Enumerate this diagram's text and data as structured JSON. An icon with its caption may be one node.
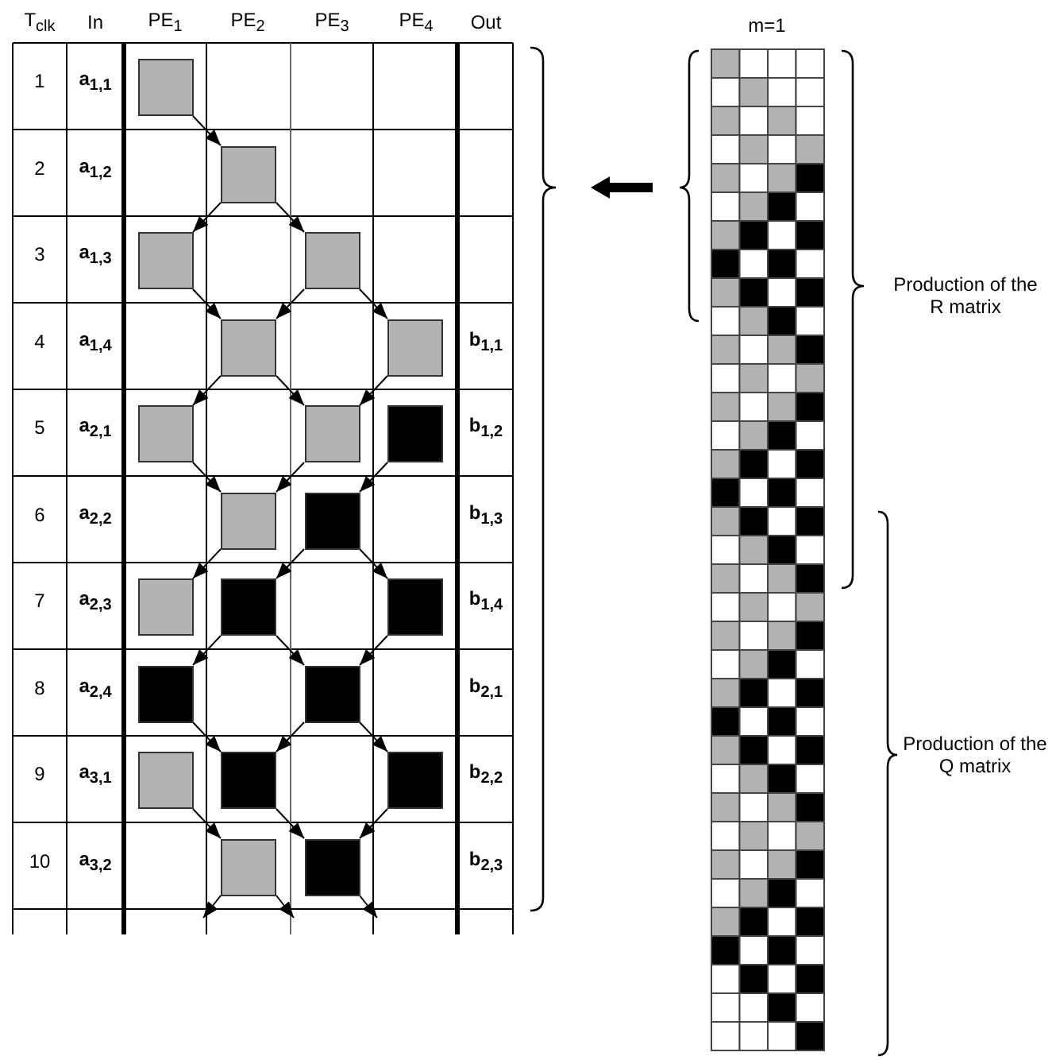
{
  "diagram": {
    "nodes": [
      {
        "text": [],
        "shape": "box"
      },
      {
        "text": [],
        "shape": "box"
      },
      {
        "text": [],
        "shape": "box"
      },
      {
        "text": [],
        "shape": "box"
      },
      {
        "text": [],
        "shape": "box"
      },
      {
        "text": [],
        "shape": "box"
      },
      {
        "text": [],
        "shape": "box"
      },
      {
        "text": [],
        "shape": "box"
      },
      {
        "text": [],
        "shape": "box"
      },
      {
        "text": [],
        "shape": "box"
      },
      {
        "text": [],
        "shape": "box"
      },
      {
        "text": [],
        "shape": "box"
      },
      {
        "text": [],
        "shape": "box"
      },
      {
        "text": [],
        "shape": "box"
      },
      {
        "text": [],
        "shape": "box"
      },
      {
        "text": [],
        "shape": "box"
      },
      {
        "text": [],
        "shape": "box"
      },
      {
        "text": [],
        "shape": "box"
      },
      {
        "text": [],
        "shape": "box"
      },
      {
        "text": [],
        "shape": "box"
      },
      {
        "text": [],
        "shape": "box"
      }
    ],
    "edges": [
      {
        "from": 0,
        "to": 1,
        "arrow": "to"
      },
      {
        "from": 1,
        "to": 2,
        "arrow": "to"
      },
      {
        "from": 1,
        "to": 3,
        "arrow": "to"
      },
      {
        "from": 2,
        "to": 4,
        "arrow": "to"
      },
      {
        "from": 3,
        "to": 4,
        "arrow": "to"
      },
      {
        "from": 3,
        "to": 5,
        "arrow": "to"
      },
      {
        "from": 4,
        "to": 6,
        "arrow": "to"
      },
      {
        "from": 4,
        "to": 7,
        "arrow": "to"
      },
      {
        "from": 5,
        "to": 7,
        "arrow": "to"
      },
      {
        "from": 6,
        "to": 9,
        "arrow": "to"
      },
      {
        "from": 7,
        "to": 9,
        "arrow": "to"
      },
      {
        "from": 8,
        "to": 10,
        "arrow": "to"
      },
      {
        "from": 9,
        "to": 11,
        "arrow": "to"
      },
      {
        "from": 10,
        "to": 12,
        "arrow": "to"
      },
      {
        "from": 10,
        "to": 13,
        "arrow": "to"
      },
      {
        "from": 12,
        "to": 14,
        "arrow": "to"
      },
      {
        "from": 12,
        "to": 15,
        "arrow": "to"
      },
      {
        "from": 13,
        "to": 15,
        "arrow": "to"
      },
      {
        "from": 14,
        "to": 17,
        "arrow": "to"
      },
      {
        "from": 15,
        "to": 17,
        "arrow": "to"
      },
      {
        "from": 15,
        "to": 18,
        "arrow": "to"
      },
      {
        "from": 16,
        "to": 19,
        "arrow": "to"
      },
      {
        "from": 17,
        "to": 20,
        "arrow": "to"
      },
      {
        "from": 18,
        "to": 20,
        "arrow": "to"
      },
      {
        "from": 19,
        "to": null,
        "arrow": "to"
      },
      {
        "from": 19,
        "to": null,
        "arrow": "to"
      },
      {
        "from": 20,
        "to": null,
        "arrow": "to"
      }
    ],
    "labels": [
      "T$_{clk}$",
      "In",
      "PE$_{1}$",
      "PE$_{2}$",
      "PE$_{3}$",
      "PE$_{4}$",
      "Out",
      "1",
      "a$_{1,1}$",
      "2",
      "a$_{1,2}$",
      "3",
      "a$_{1,3}$",
      "4",
      "a$_{1,4}$",
      "b$_{1,1}$",
      "5",
      "a$_{2,1}$",
      "b$_{1,2}$",
      "6",
      "a$_{2,2}$",
      "b$_{1,3}$",
      "7",
      "a$_{2,3}$",
      "b$_{1,4}$",
      "8",
      "a$_{2,4}$",
      "b$_{2,1}$",
      "9",
      "a$_{3,1}$",
      "b$_{2,2}$",
      "10",
      "a$_{3,2}$",
      "b$_{2,3}$",
      "m=1",
      "Production of the R matrix",
      "Production of the Q matrix"
    ]
  }
}
